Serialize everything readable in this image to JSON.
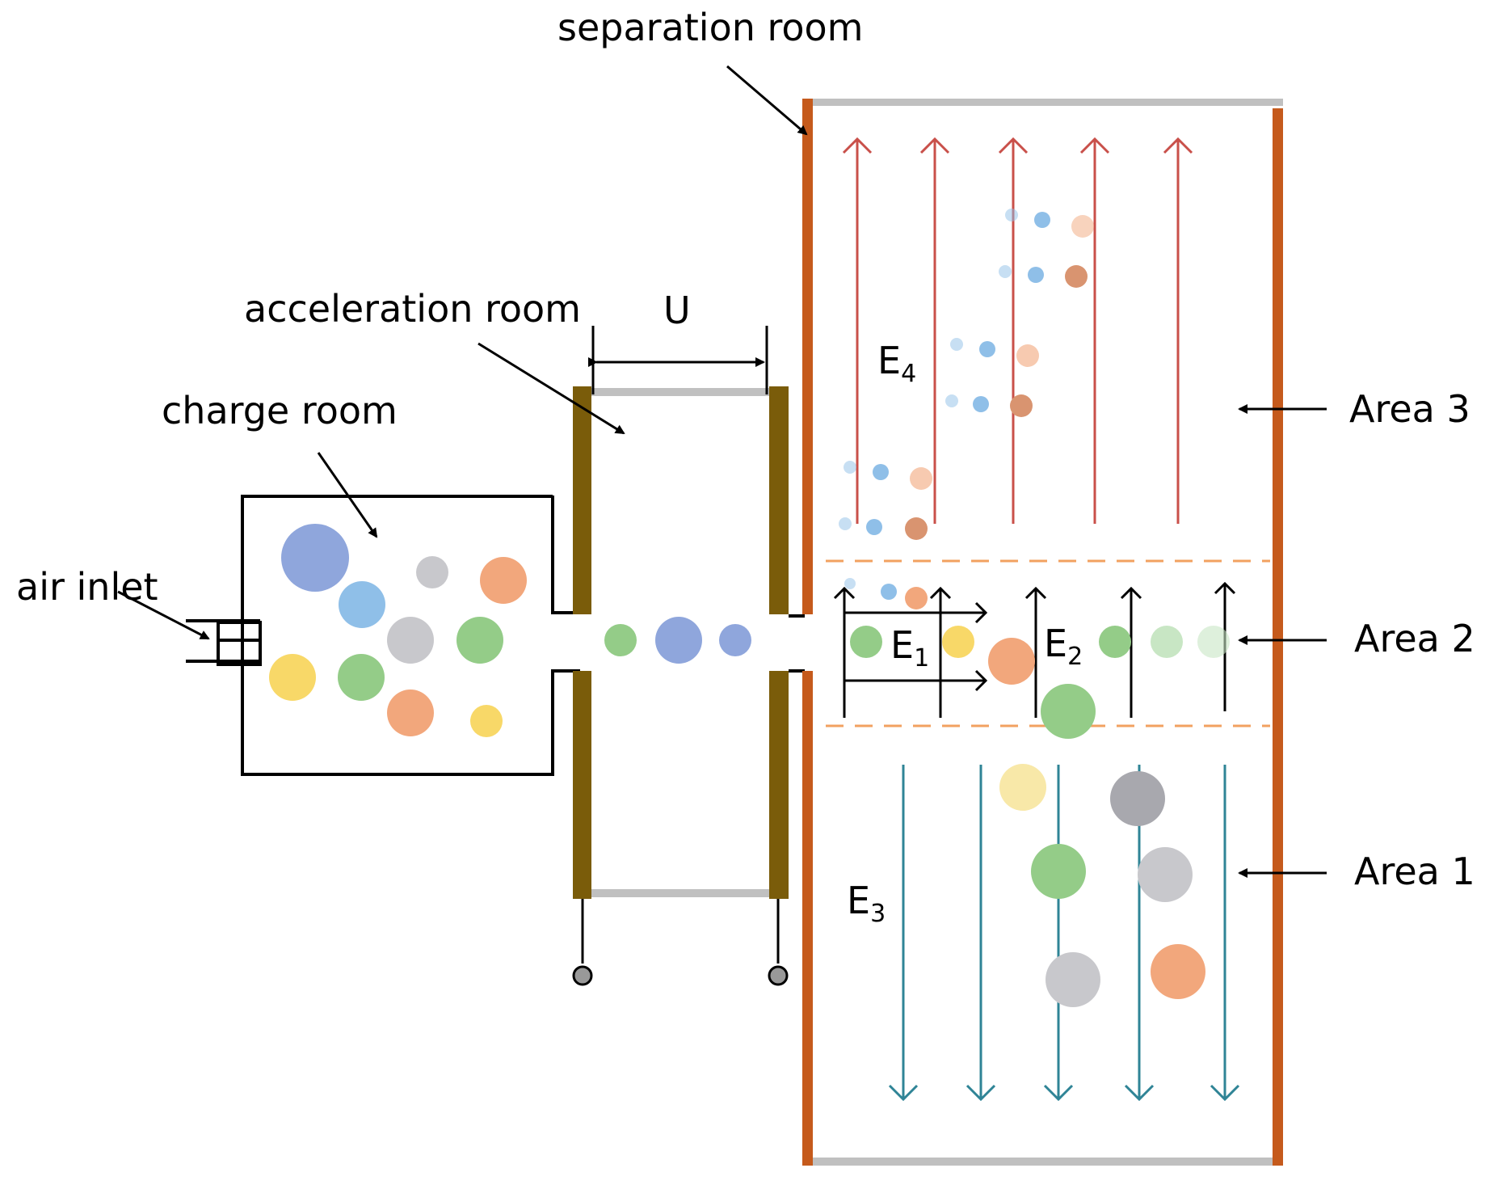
{
  "labels": {
    "separation_room": "separation room",
    "acceleration_room": "acceleration room",
    "charge_room": "charge room",
    "air_inlet": "air inlet",
    "voltage": "U",
    "area3": "Area 3",
    "area2": "Area 2",
    "area1": "Area 1"
  },
  "fields": {
    "e4": {
      "base": "E",
      "sub": "4"
    },
    "e1": {
      "base": "E",
      "sub": "1"
    },
    "e2": {
      "base": "E",
      "sub": "2"
    },
    "e3": {
      "base": "E",
      "sub": "3"
    }
  },
  "colors": {
    "plate_brown": "#7a5c0a",
    "wall_orange": "#c55a1c",
    "cap_gray": "#c0c0c0",
    "arrow_red": "#c9504a",
    "arrow_teal": "#2f8496",
    "dash_orange": "#f2a160",
    "p_blue": "#8fa6dc",
    "p_lightblue": "#8fbfe8",
    "p_gray": "#c8c8cc",
    "p_darkgray": "#a8a8ae",
    "p_salmon": "#f2a77c",
    "p_green": "#94cc88",
    "p_yellow": "#f8d868",
    "p_paleyellow": "#f8e8a8",
    "p_palegreen": "#c8e6c4",
    "p_brown": "#d99470"
  }
}
